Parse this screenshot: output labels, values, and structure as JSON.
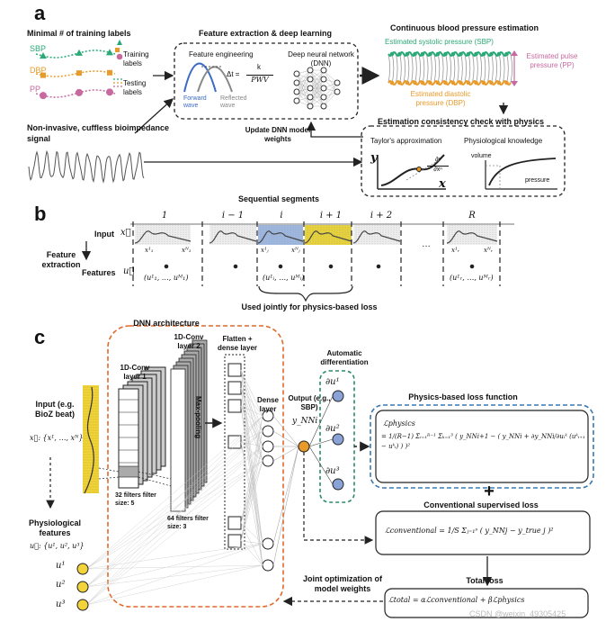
{
  "colors": {
    "sbp": "#2aa876",
    "dbp": "#e89a2a",
    "pp": "#c66aa0",
    "forward": "#3b6bc6",
    "highlight_blue": "#9db7e0",
    "highlight_yellow": "#e8d23a",
    "orange_dashed": "#e06a2a",
    "teal_dashed": "#2a8a6a",
    "blue_dashed": "#3a78b0",
    "node_blue": "#8aa3d6",
    "node_yellow": "#f2d43a",
    "output_orange": "#e89a2a"
  },
  "panel_a": {
    "letter": "a",
    "min_labels_title": "Minimal # of training labels",
    "sbp": "SBP",
    "dbp": "DBP",
    "pp": "PP",
    "training_labels": "Training labels",
    "testing_labels": "Testing labels",
    "input_signal_title": "Non-invasive, cuffless bioimpedance signal",
    "feat_extract_title": "Feature extraction & deep learning",
    "feat_eng": "Feature engineering",
    "forward_wave": "Forward wave",
    "reflected_wave": "Reflected wave",
    "delta_t": "Δt =",
    "k": "k",
    "pwv": "PWV",
    "dnn": "Deep neural network (DNN)",
    "update_weights": "Update DNN model weights",
    "cont_bp_title": "Continuous blood pressure estimation",
    "est_sbp": "Estimated systolic pressure (SBP)",
    "est_pp": "Estimated pulse pressure (PP)",
    "est_dbp": "Estimated diastolic pressure (DBP)",
    "consistency_title": "Estimation consistency check with physics",
    "taylor": "Taylor's approximation",
    "phys_knowledge": "Physiological knowledge",
    "y": "y",
    "x": "x",
    "partial": "∂ⁿ",
    "partial_den": "∂xⁿ",
    "volume": "volume",
    "pressure": "pressure"
  },
  "panel_b": {
    "letter": "b",
    "title": "Sequential segments",
    "seg_labels": [
      "1",
      "i − 1",
      "i",
      "i + 1",
      "i + 2",
      "R"
    ],
    "input": "Input",
    "input_sym": "x⃗",
    "feature_extraction": "Feature extraction",
    "features": "Features",
    "features_sym": "u⃗",
    "x1": "x¹₁",
    "xn1": "xᴺ₁",
    "xj1": "x¹ⱼ",
    "xjn": "xᴺⱼ",
    "xr1": "x¹ᵣ",
    "xrn": "xᴺᵣ",
    "feat1": "(u¹₁, …, uᴹ₁)",
    "feati": "(u¹ᵢ, …, uᴹᵢ)",
    "featr": "(u¹ᵣ, …, uᴹᵣ)",
    "ellipsis": "…",
    "used_jointly": "Used jointly for physics-based loss"
  },
  "panel_c": {
    "letter": "c",
    "dnn_arch": "DNN architecture",
    "input_label": "Input (e.g. BioZ beat)",
    "input_sym": "x⃗: {x¹, …, xᴺ}",
    "conv1": "1D-Conv layer 1",
    "conv1_filters": "32 filters filter size: 5",
    "conv2": "1D-Conv layer 2",
    "conv2_filters": "64 filters filter size: 3",
    "maxpool": "Max-pooling",
    "flatten": "Flatten + dense layer",
    "dense": "Dense layer",
    "output": "Output (e.g., SBP)",
    "output_sym": "y_NNi",
    "auto_diff": "Automatic differentiation",
    "du1": "∂u¹",
    "du2": "∂u²",
    "du3": "∂u³",
    "phys_feat": "Physiological features",
    "phys_sym": "u⃗: {u¹, u², u³}",
    "u1": "u¹",
    "u2": "u²",
    "u3": "u³",
    "phys_loss_title": "Physics-based loss function",
    "phys_loss_lhs": "ℒphysics",
    "phys_loss_eq": "= 1/(R−1) Σᵢ₌₁ᴿ⁻¹ Σₖ₌₁³ ( y_NNi+1 − ( y_NNi + ∂y_NNi/∂uᵢᵏ (uᵏᵢ₊₁ − uᵏᵢ) ) )²",
    "plus": "+",
    "conv_loss_title": "Conventional supervised loss",
    "conv_loss_eq": "ℒconventional = 1/S Σⱼ₌₁ˢ ( y_NNj − y_true j )²",
    "total_loss_title": "Total loss",
    "total_loss_eq": "ℒtotal = αℒconventional + βℒphysics",
    "joint_opt": "Joint optimization of model weights",
    "watermark": "CSDN @weixin_49305425"
  }
}
